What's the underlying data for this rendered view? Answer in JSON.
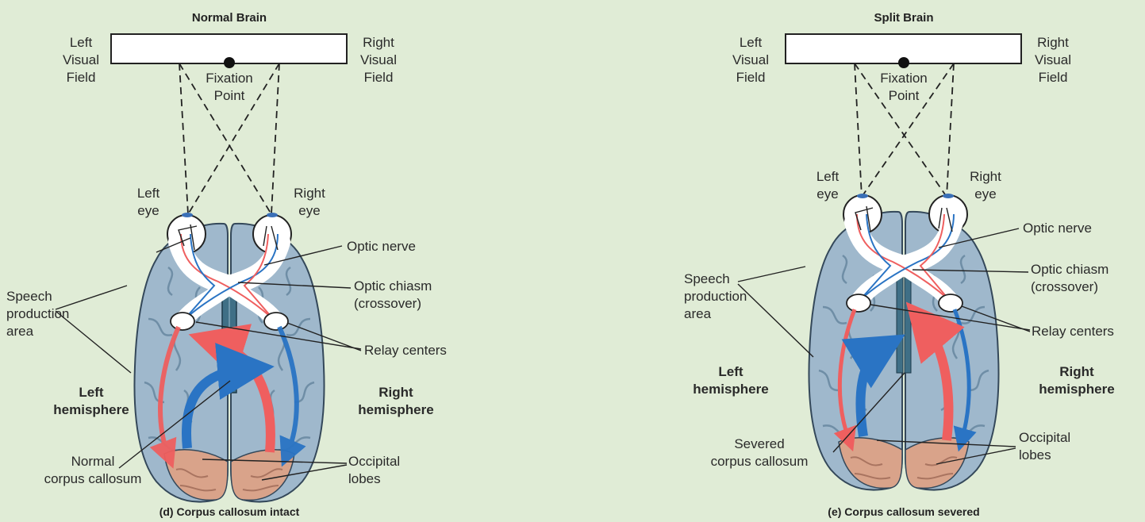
{
  "panels": [
    {
      "title": "Normal Brain",
      "caption": "(d) Corpus callosum intact",
      "left_visual_field": "Left\nVisual\nField",
      "right_visual_field": "Right\nVisual\nField",
      "fixation_point": "Fixation\nPoint",
      "left_eye": "Left\neye",
      "right_eye": "Right\neye",
      "optic_nerve": "Optic nerve",
      "optic_chiasm": "Optic chiasm\n(crossover)",
      "speech_area": "Speech\nproduction\narea",
      "relay_centers": "Relay centers",
      "left_hemisphere": "Left\nhemisphere",
      "right_hemisphere": "Right\nhemisphere",
      "corpus_callosum": "Normal\ncorpus callosum",
      "occipital_lobes": "Occipital\nlobes"
    },
    {
      "title": "Split Brain",
      "caption": "(e) Corpus callosum severed",
      "left_visual_field": "Left\nVisual\nField",
      "right_visual_field": "Right\nVisual\nField",
      "fixation_point": "Fixation\nPoint",
      "left_eye": "Left\neye",
      "right_eye": "Right\neye",
      "optic_nerve": "Optic nerve",
      "optic_chiasm": "Optic chiasm\n(crossover)",
      "speech_area": "Speech\nproduction\narea",
      "relay_centers": "Relay centers",
      "left_hemisphere": "Left\nhemisphere",
      "right_hemisphere": "Right\nhemisphere",
      "corpus_callosum": "Severed\ncorpus callosum",
      "occipital_lobes": "Occipital\nlobes"
    }
  ],
  "colors": {
    "background": "#e0ecd6",
    "brain": "#9fb8cc",
    "occipital": "#d9a38a",
    "red_pathway": "#ef5f5f",
    "blue_pathway": "#2a74c4",
    "callosum": "#3f6f86"
  }
}
